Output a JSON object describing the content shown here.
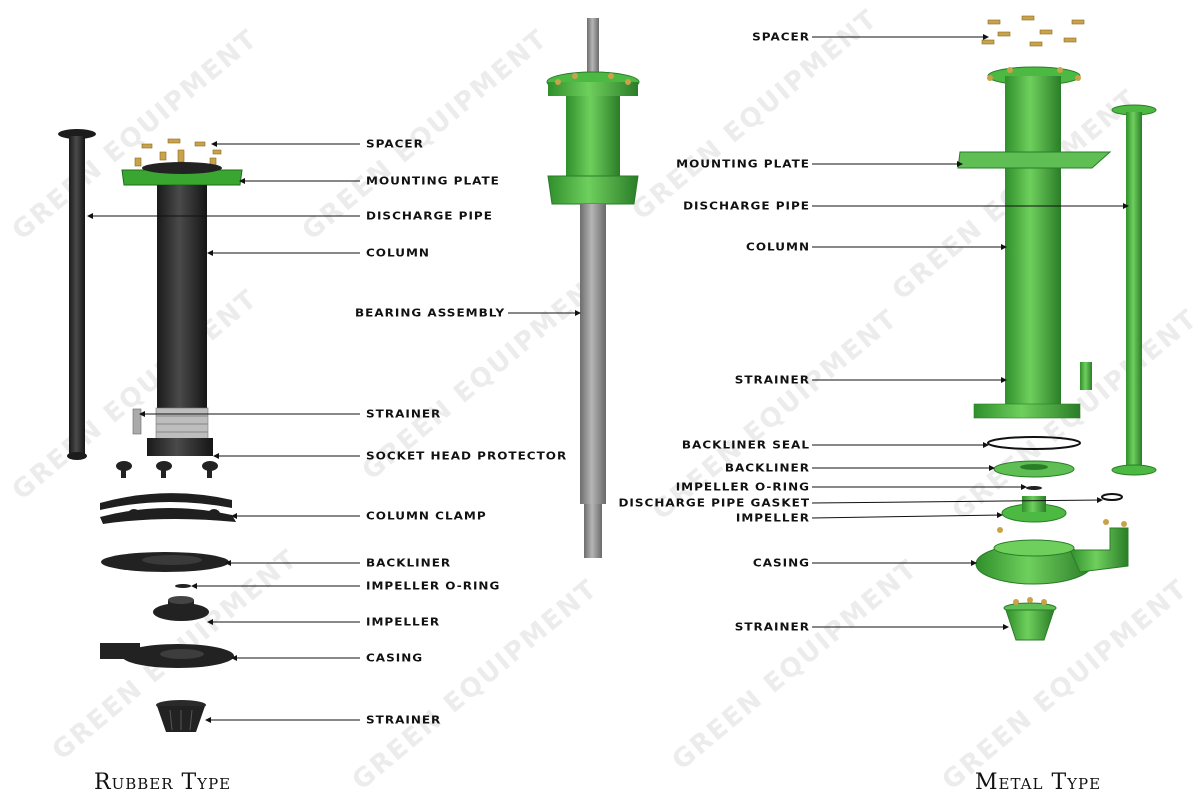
{
  "colors": {
    "rubber": "#2b2b2b",
    "metal_green": "#3fae3a",
    "metal_dark": "#2a7d27",
    "shaft": "#8d8d8d",
    "brass": "#c9a24a",
    "line": "#111111"
  },
  "watermark": "GREEN EQUIPMENT",
  "rubber": {
    "caption": "Rubber Type",
    "labels": {
      "spacer": "SPACER",
      "mounting_plate": "MOUNTING PLATE",
      "discharge_pipe": "DISCHARGE PIPE",
      "column": "COLUMN",
      "strainer": "STRAINER",
      "socket_head_protector": "SOCKET HEAD PROTECTOR",
      "column_clamp": "COLUMN CLAMP",
      "backliner": "BACKLINER",
      "impeller_o_ring": "IMPELLER O-RING",
      "impeller": "IMPELLER",
      "casing": "CASING",
      "strainer_bottom": "STRAINER"
    }
  },
  "center": {
    "labels": {
      "bearing_assembly": "BEARING ASSEMBLY"
    }
  },
  "metal": {
    "caption": "Metal Type",
    "labels": {
      "spacer": "SPACER",
      "mounting_plate": "MOUNTING PLATE",
      "discharge_pipe": "DISCHARGE PIPE",
      "column": "COLUMN",
      "strainer": "STRAINER",
      "backliner_seal": "BACKLINER SEAL",
      "backliner": "BACKLINER",
      "impeller_o_ring": "IMPELLER O-RING",
      "discharge_pipe_gasket": "DISCHARGE PIPE GASKET",
      "impeller": "IMPELLER",
      "casing": "CASING",
      "strainer_bottom": "STRAINER"
    }
  }
}
